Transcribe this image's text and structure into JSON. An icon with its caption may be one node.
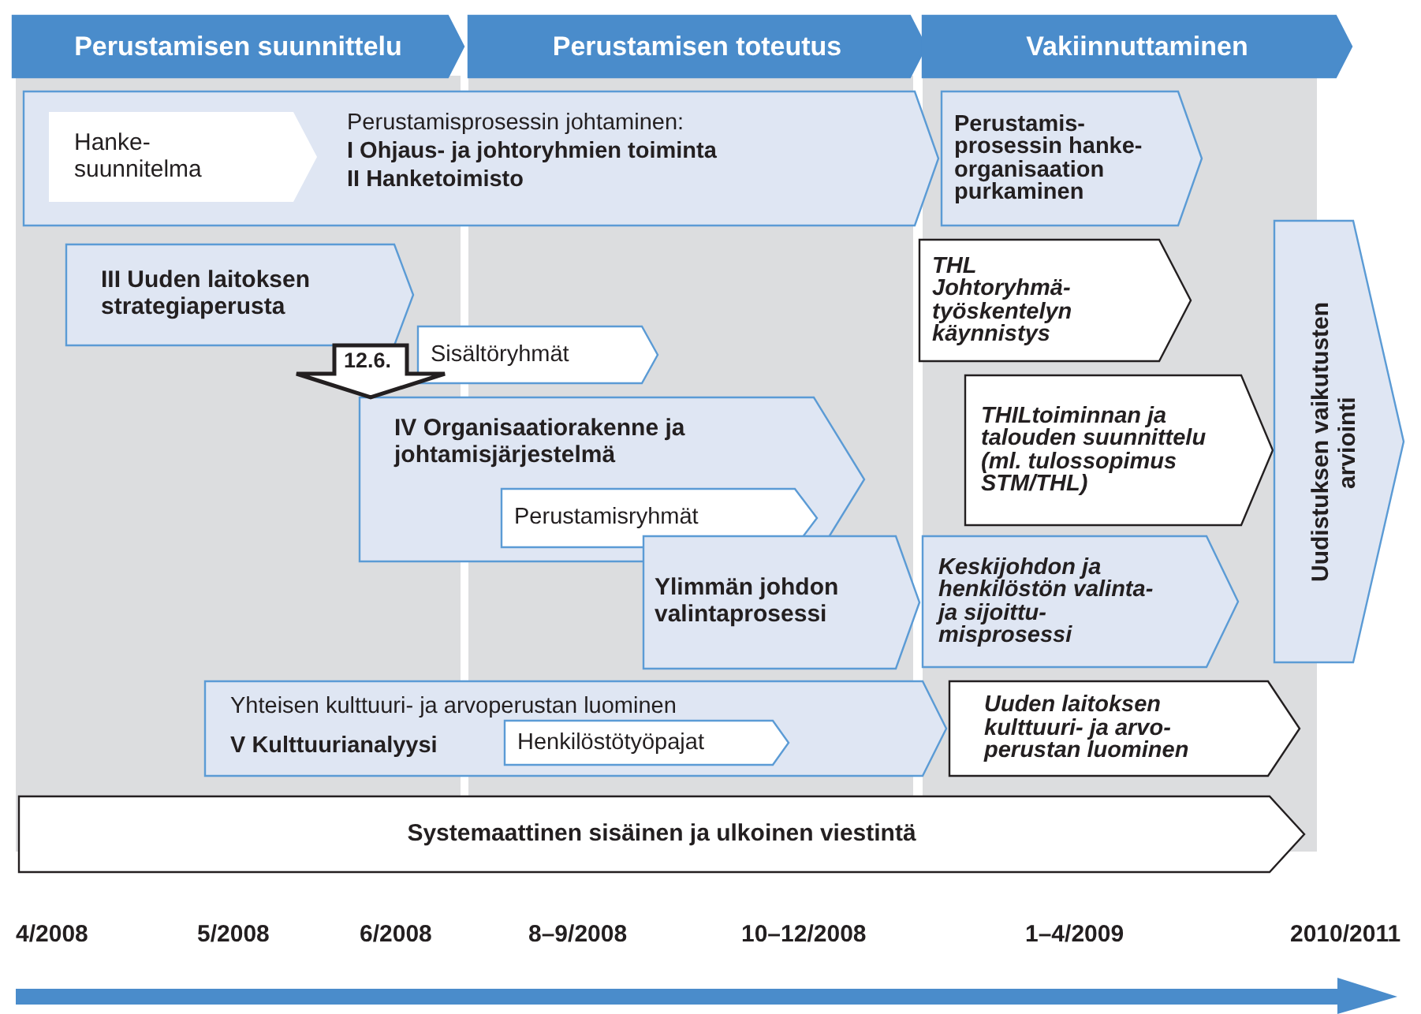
{
  "diagram": {
    "nodes": [
      {
        "text": [
          "Perustamisen suunnittelu"
        ]
      },
      {
        "text": [
          "Perustamisen toteutus"
        ]
      },
      {
        "text": [
          "Vakiinnuttaminen"
        ]
      },
      {
        "text": [
          "Perustamisprosessin johtaminen:",
          "I Ohjaus- ja johtoryhmien toiminta",
          "II Hanketoimisto"
        ]
      },
      {
        "text": [
          "Hanke-suunnitelma"
        ],
        "in": 3
      },
      {
        "text": [
          "Perustamis-prosessin hanke-organisaation purkaminen"
        ]
      },
      {
        "text": [
          "III Uuden laitoksen strategiaperusta"
        ]
      },
      {
        "text": [
          "THL Johtoryhmä-työskentelyn käynnistys"
        ]
      },
      {
        "text": [
          "Sisältöryhmät"
        ]
      },
      {
        "text": [
          "THILtoiminnan ja talouden suunnittelu (ml. tulossopimus STM/THL)"
        ]
      },
      {
        "text": [
          "IV Organisaatiorakenne ja johtamisjärjestelmä"
        ]
      },
      {
        "text": [
          "Perustamisryhmät"
        ],
        "in": 10
      },
      {
        "text": [
          "Uudistuksen vaikutusten arviointi"
        ]
      },
      {
        "text": [
          "Ylimmän johdon valintaprosessi"
        ]
      },
      {
        "text": [
          "Keskijohdon ja henkilöstön valinta- ja sijoittu-misprosessi"
        ]
      },
      {
        "text": [
          "Yhteisen kulttuuri- ja arvoperustan luominen",
          "V Kulttuurianalyysi"
        ]
      },
      {
        "text": [
          "Henkilöstötyöpajat"
        ],
        "in": 15
      },
      {
        "text": [
          "Uuden laitoksen kulttuuri- ja arvo-perustan luominen"
        ]
      },
      {
        "text": [
          "Systemaattinen sisäinen ja ulkoinen viestintä"
        ]
      }
    ],
    "edges": [
      {
        "from": 6,
        "to": 10,
        "arrow": "to",
        "label": "12.6.",
        "style": "thick"
      }
    ],
    "labels": [
      "4/2008",
      "5/2008",
      "6/2008",
      "8–9/2008",
      "10–12/2008",
      "1–4/2009",
      "2010/2011"
    ]
  }
}
